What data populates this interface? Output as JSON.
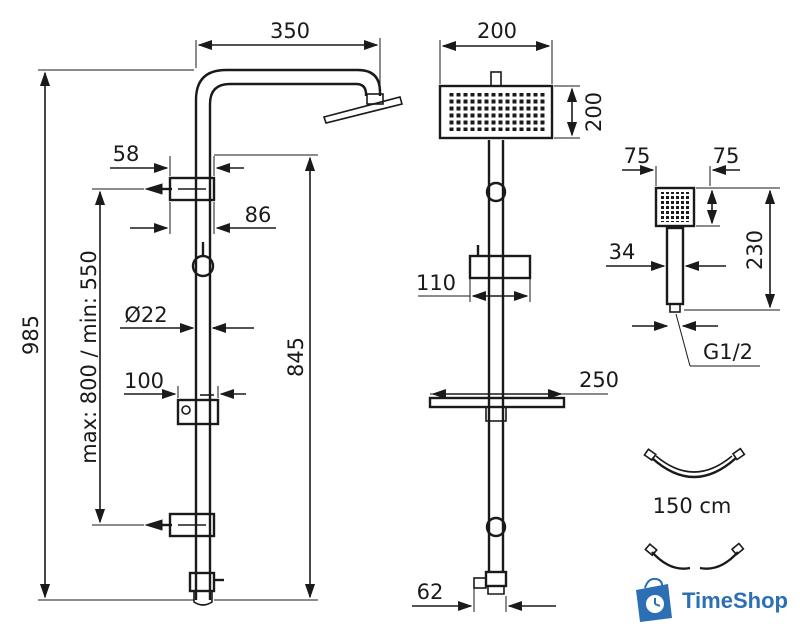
{
  "dimensions": {
    "w350": "350",
    "w200_top": "200",
    "h200": "200",
    "w75_left": "75",
    "w75_right": "75",
    "w58": "58",
    "w86": "86",
    "h985": "985",
    "h845": "845",
    "slide_range": "max: 800 / min: 550",
    "d22": "Ø22",
    "w100": "100",
    "w110": "110",
    "w250": "250",
    "w34": "34",
    "h230": "230",
    "thread": "G1/2",
    "hose": "150 cm",
    "w62": "62"
  },
  "watermark": {
    "text": "TimeShop",
    "color": "#2c6fb5"
  }
}
